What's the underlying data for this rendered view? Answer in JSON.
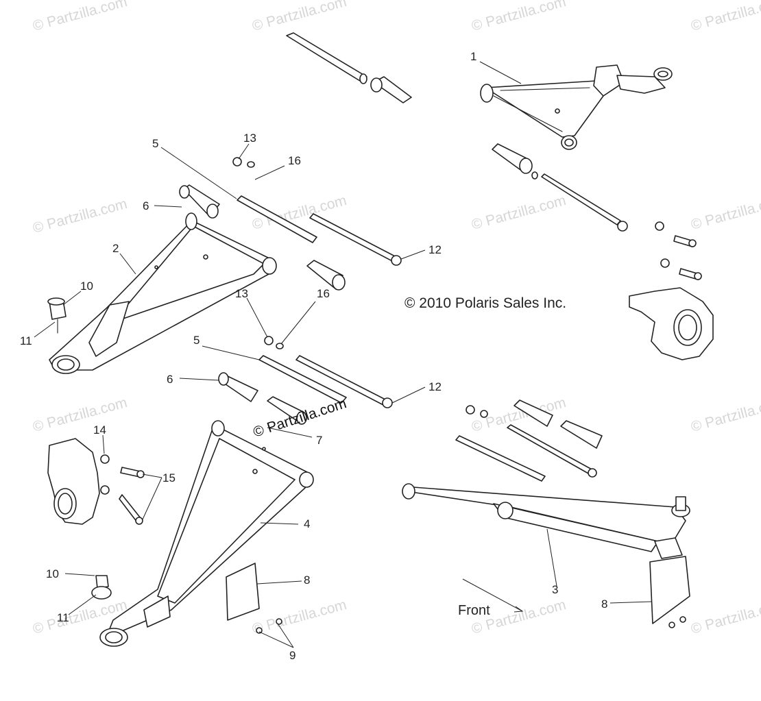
{
  "diagram": {
    "copyright": "© 2010 Polaris Sales Inc.",
    "center_watermark": "© Partzilla.com",
    "watermark_text": "© Partzilla.com",
    "front_label": "Front",
    "callouts": {
      "c1": "1",
      "c2": "2",
      "c3": "3",
      "c4": "4",
      "c5a": "5",
      "c5b": "5",
      "c6a": "6",
      "c6b": "6",
      "c7": "7",
      "c8a": "8",
      "c8b": "8",
      "c9": "9",
      "c10a": "10",
      "c10b": "10",
      "c11a": "11",
      "c11b": "11",
      "c12a": "12",
      "c12b": "12",
      "c13a": "13",
      "c13b": "13",
      "c14": "14",
      "c15": "15",
      "c16a": "16",
      "c16b": "16"
    },
    "colors": {
      "line": "#222222",
      "watermark": "#d6d6d6",
      "background": "#ffffff"
    }
  }
}
